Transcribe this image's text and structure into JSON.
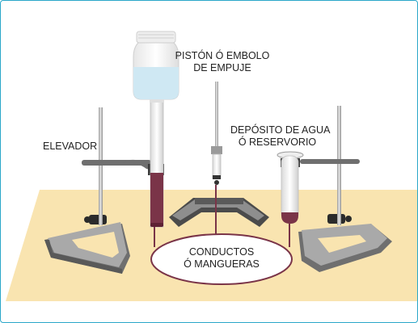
{
  "labels": {
    "piston_line1": "PISTÓN Ó EMBOLO",
    "piston_line2": "DE EMPUJE",
    "reservoir_line1": "DEPÓSITO DE AGUA",
    "reservoir_line2": "Ó RESERVORIO",
    "elevator": "ELEVADOR",
    "conduits_line1": "CONDUCTOS",
    "conduits_line2": "Ó MANGUERAS"
  },
  "colors": {
    "table": "#f9e4b0",
    "liquid_dark": "#7a3448",
    "water": "#cfe8f3",
    "hose": "#7a3448",
    "metal": "#8a8a8a",
    "frame_border": "#2aa7c9"
  }
}
